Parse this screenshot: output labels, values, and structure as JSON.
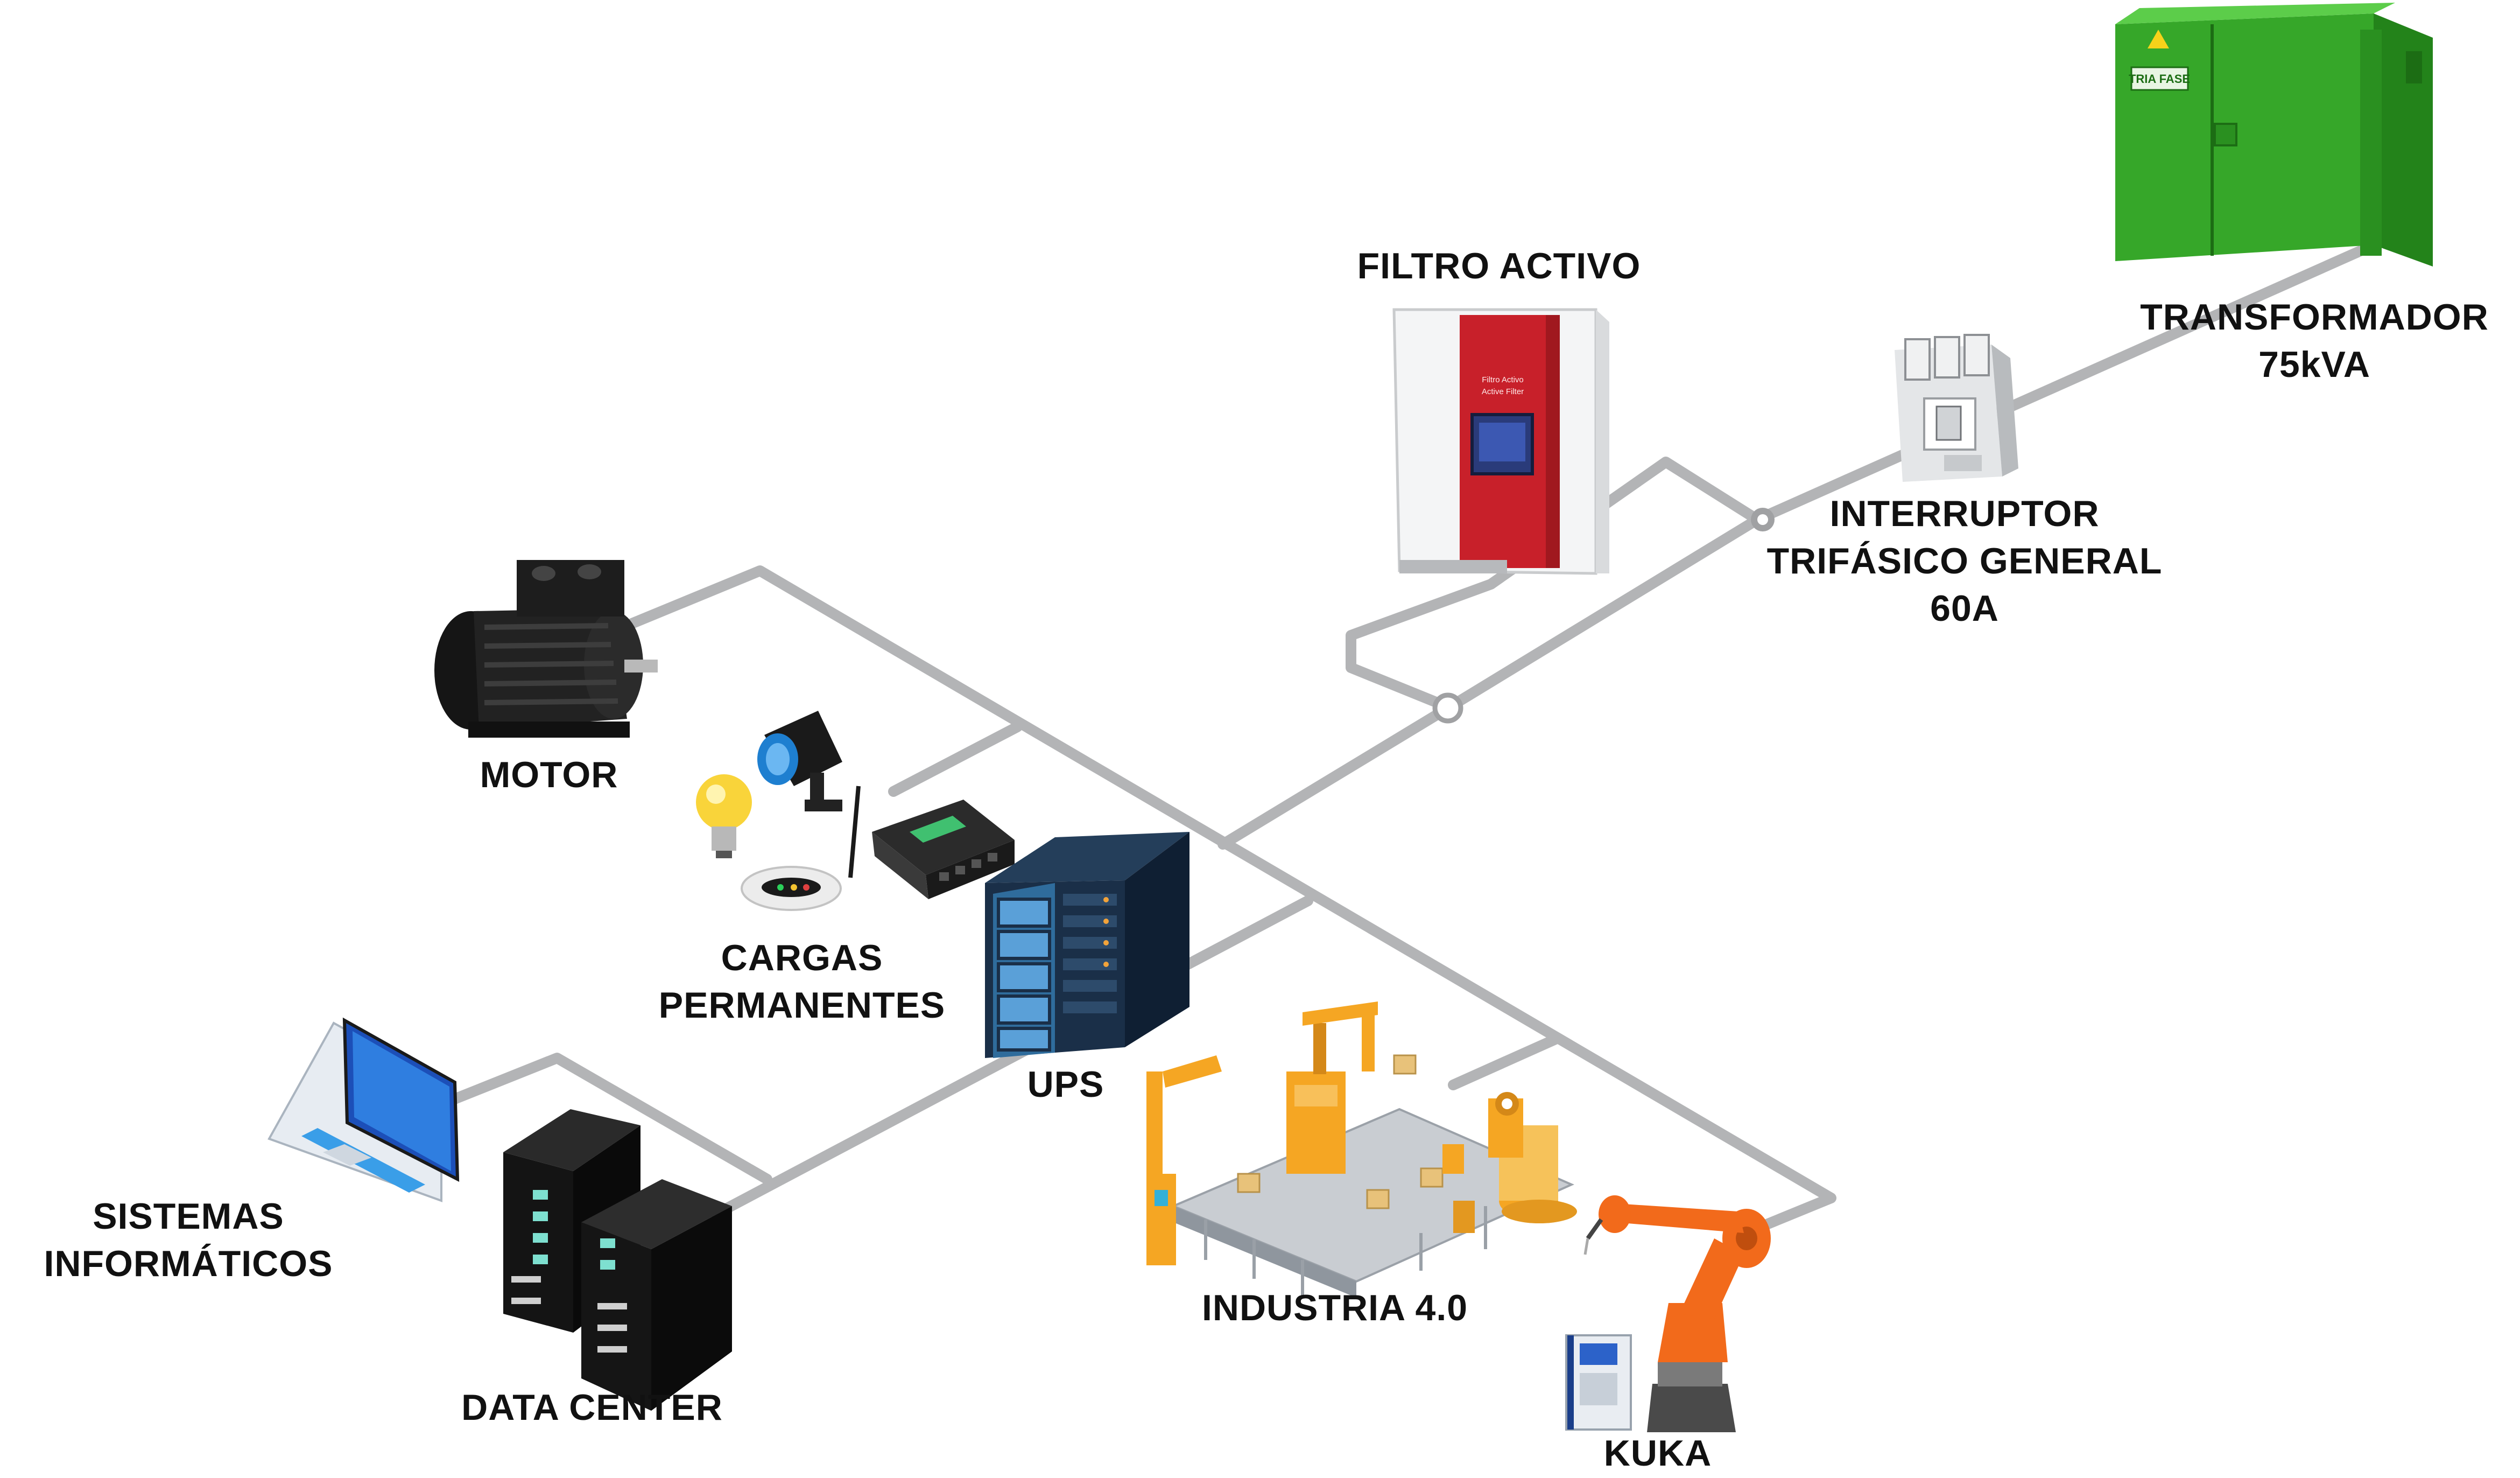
{
  "labels": {
    "filtro": "FILTRO ACTIVO",
    "transformador": [
      "TRANSFORMADOR",
      "75kVA"
    ],
    "interruptor": [
      "INTERRUPTOR",
      "TRIFÁSICO GENERAL",
      "60A"
    ],
    "motor": "MOTOR",
    "cargas": [
      "CARGAS",
      "PERMANENTES"
    ],
    "ups": "UPS",
    "sistemas": [
      "SISTEMAS",
      "INFORMÁTICOS"
    ],
    "datacenter": "DATA CENTER",
    "industria": "INDUSTRIA 4.0",
    "kuka": "KUKA"
  },
  "device_text": {
    "filtro_panel": [
      "Filtro Activo",
      "Active Filter"
    ],
    "transformer_badge": "TRIA FASE"
  },
  "colors": {
    "wire": "#b3b4b6",
    "transformer": "#3fb82f",
    "filter_red": "#c8202a",
    "ups_blue": "#1e3d5c",
    "industry_orange": "#f5a623",
    "robot_orange": "#f26a1b"
  }
}
